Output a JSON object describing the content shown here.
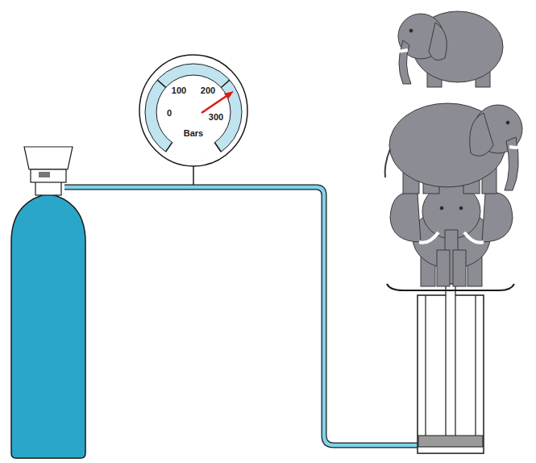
{
  "diagram": {
    "nodes": [
      {
        "text": [
          "100",
          "200",
          "0",
          "300",
          "Bars"
        ]
      }
    ]
  }
}
